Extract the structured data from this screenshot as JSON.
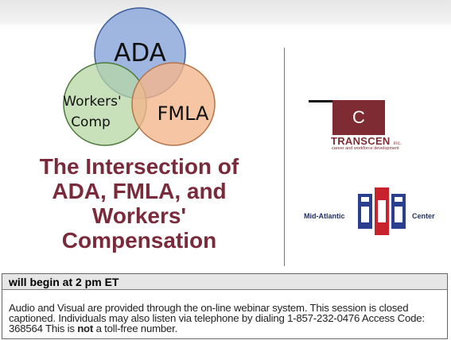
{
  "venn": {
    "top": "ADA",
    "left_line1": "Workers'",
    "left_line2": "Comp",
    "right": "FMLA",
    "colors": {
      "ada": "#8ea9dc",
      "workers_comp": "#b6d7a4",
      "fmla": "#f4b78c"
    }
  },
  "title": {
    "line1": "The Intersection of",
    "line2": "ADA, FMLA, and",
    "line3": "Workers'",
    "line4": "Compensation",
    "color": "#7a2a3a"
  },
  "logos": {
    "transcen": {
      "mark": "C",
      "name": "TRANSCEN",
      "suffix": "inc.",
      "tagline": "career and workforce development"
    },
    "ada_center": {
      "left": "Mid-Atlantic",
      "right": "Center",
      "mark_text": "ada"
    }
  },
  "info": {
    "header": "will begin at 2 pm ET",
    "body_before": "Audio and Visual are provided through the on-line webinar system. This session is closed captioned. Individuals may also listen via telephone by dialing 1-857-232-0476 Access Code: 368564 This is ",
    "body_bold": "not",
    "body_after": " a toll-free number."
  }
}
